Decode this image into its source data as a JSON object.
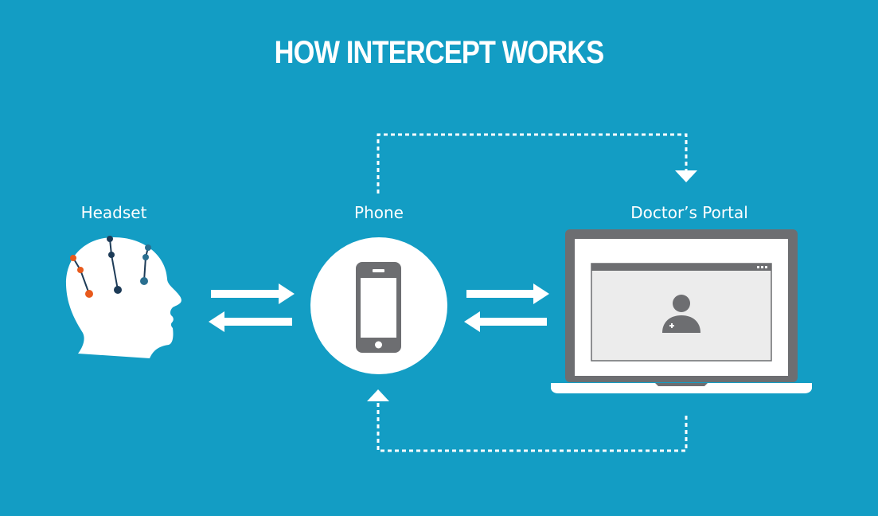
{
  "title": "HOW INTERCEPT WORKS",
  "colors": {
    "background": "#139dc4",
    "foreground": "#ffffff",
    "device_frame": "#6d6e71",
    "device_screen": "#ececec",
    "electrode_orange": "#e85a1c",
    "electrode_navy": "#1d3b57",
    "electrode_teal": "#2a6f90"
  },
  "nodes": {
    "headset": {
      "label": "Headset",
      "icon": "head-with-electrodes-icon"
    },
    "phone": {
      "label": "Phone",
      "icon": "smartphone-icon"
    },
    "portal": {
      "label": "Doctor’s Portal",
      "icon": "laptop-with-doctor-icon"
    }
  },
  "connections": [
    {
      "from": "headset",
      "to": "phone",
      "style": "solid",
      "direction": "both"
    },
    {
      "from": "phone",
      "to": "portal",
      "style": "solid",
      "direction": "both"
    },
    {
      "from": "phone",
      "to": "portal",
      "style": "dotted",
      "direction": "one-way",
      "route": "top"
    },
    {
      "from": "portal",
      "to": "phone",
      "style": "dotted",
      "direction": "one-way",
      "route": "bottom"
    }
  ]
}
